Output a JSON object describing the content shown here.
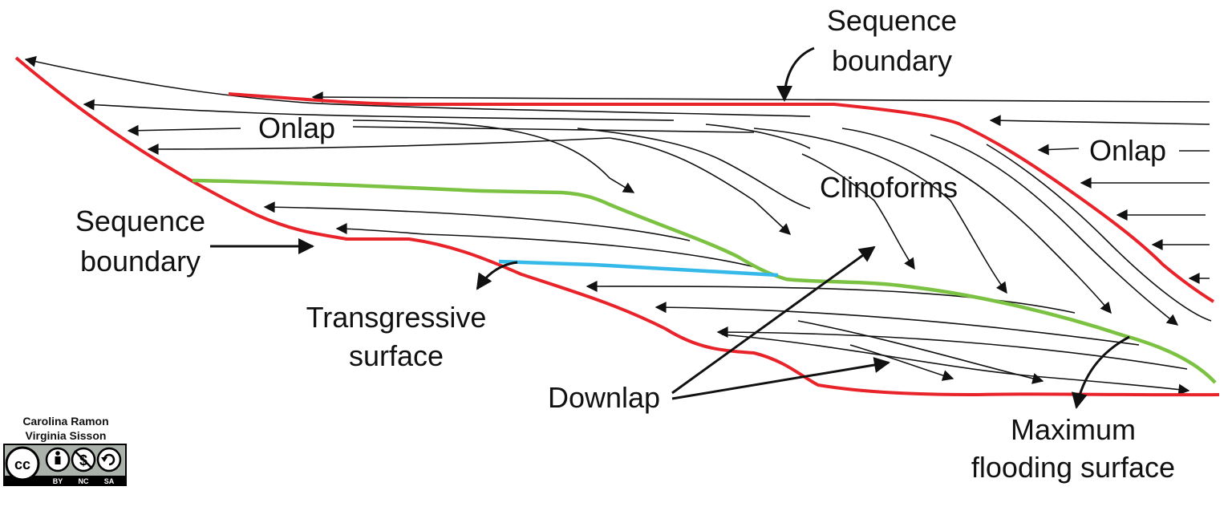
{
  "labels": {
    "sequence_boundary_top": [
      "Sequence",
      "boundary"
    ],
    "onlap_left": "Onlap",
    "onlap_right": "Onlap",
    "clinoforms": "Clinoforms",
    "sequence_boundary_left": [
      "Sequence",
      "boundary"
    ],
    "transgressive_surface": [
      "Transgressive",
      "surface"
    ],
    "downlap": "Downlap",
    "maximum_flooding_surface": [
      "Maximum",
      "flooding surface"
    ]
  },
  "credits": {
    "author1": "Carolina Ramon",
    "author2": "Virginia Sisson",
    "license_icons": [
      "cc",
      "BY",
      "NC",
      "SA"
    ]
  },
  "colors": {
    "sequence_boundary": "#e8232a",
    "maximum_flooding_surface": "#7cc242",
    "transgressive_surface": "#35b9e9",
    "strata": "#111111"
  }
}
